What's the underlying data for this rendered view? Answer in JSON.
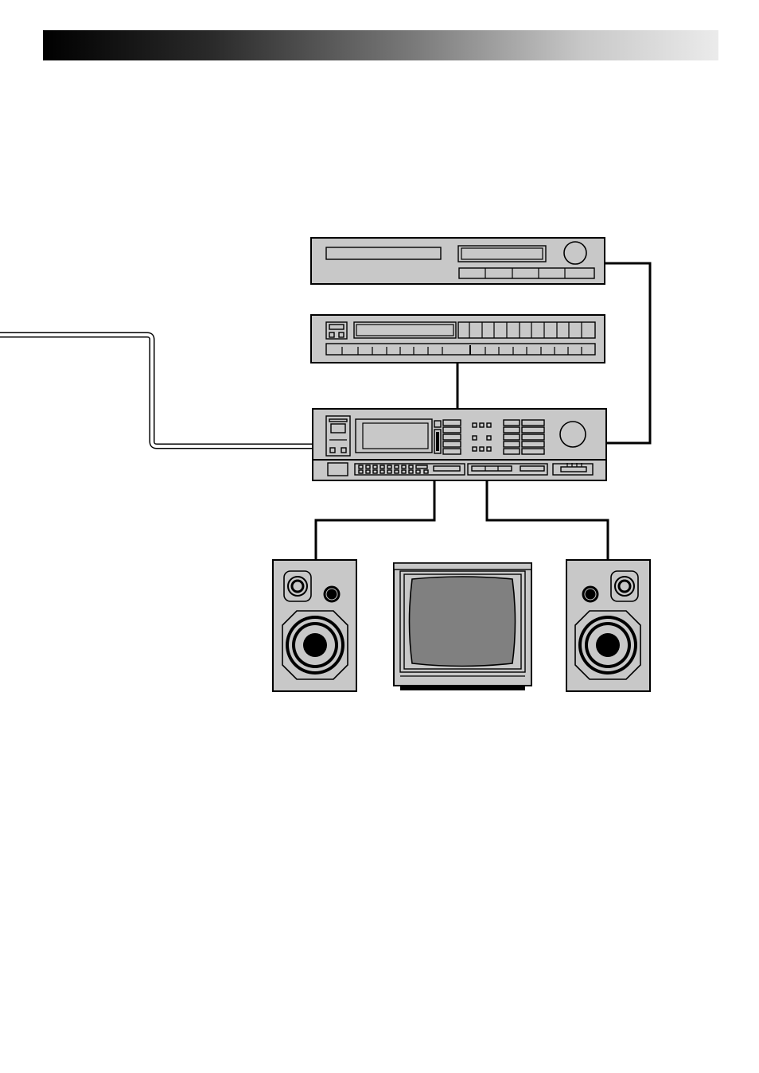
{
  "header": {
    "bar_style": "black-to-white gradient",
    "color_start": "#000000",
    "color_end": "#ebebeb"
  },
  "diagram": {
    "components": [
      {
        "name": "cd-player",
        "icon": "cd-player-icon"
      },
      {
        "name": "tuner-equalizer",
        "icon": "tuner-icon"
      },
      {
        "name": "av-receiver",
        "icon": "receiver-icon"
      },
      {
        "name": "left-speaker",
        "icon": "speaker-icon"
      },
      {
        "name": "television",
        "icon": "tv-icon"
      },
      {
        "name": "right-speaker",
        "icon": "speaker-icon"
      }
    ],
    "connections": [
      {
        "from": "cd-player",
        "to": "av-receiver"
      },
      {
        "from": "tuner-equalizer",
        "to": "av-receiver"
      },
      {
        "from": "external-source",
        "to": "av-receiver",
        "style": "double-line cable"
      },
      {
        "from": "av-receiver",
        "to": "left-speaker"
      },
      {
        "from": "av-receiver",
        "to": "right-speaker"
      }
    ],
    "colors": {
      "device_fill": "#c8c8c8",
      "screen_fill": "#808080",
      "outline": "#000000"
    }
  }
}
